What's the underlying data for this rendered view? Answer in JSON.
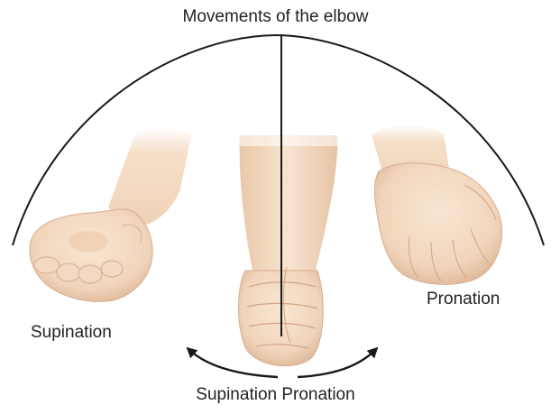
{
  "diagram": {
    "title": "Movements of the elbow",
    "labels": {
      "left_hand": "Supination",
      "right_hand": "Pronation",
      "bottom": "Supination Pronation"
    },
    "colors": {
      "line": "#1a1a1a",
      "skin_light": "#f6e2cc",
      "skin_mid": "#efcfb2",
      "skin_shadow": "#dcb293",
      "text": "#222222"
    }
  }
}
